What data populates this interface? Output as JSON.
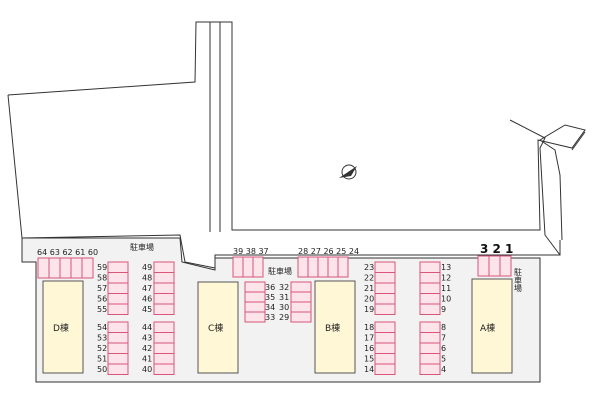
{
  "labels": {
    "parking_top": "駐車場",
    "parking_mid": "駐車場",
    "parking_right": "駐車場"
  },
  "buildings": {
    "a": "A棟",
    "b": "B棟",
    "c": "C棟",
    "d": "D棟"
  },
  "space_numbers": {
    "top_left_group": "64 63 62 61 60",
    "top_c_group": "39 38 37",
    "top_b_group": "28 27 26 25 24",
    "top_a_group": "3 2 1",
    "d_col_upper": [
      "59",
      "58",
      "57",
      "56",
      "55"
    ],
    "d_col_lower": [
      "54",
      "53",
      "52",
      "51",
      "50"
    ],
    "mid_col_upper": [
      "49",
      "48",
      "47",
      "46",
      "45"
    ],
    "mid_col_lower": [
      "44",
      "43",
      "42",
      "41",
      "40"
    ],
    "c_right": [
      "36",
      "35",
      "34",
      "33"
    ],
    "c_right2": [
      "32",
      "31",
      "30",
      "29"
    ],
    "b_col_upper": [
      "23",
      "22",
      "21",
      "20",
      "19"
    ],
    "b_col_lower": [
      "18",
      "17",
      "16",
      "15",
      "14"
    ],
    "a_col_upper": [
      "13",
      "12",
      "11",
      "10",
      "9"
    ],
    "a_col_lower": [
      "8",
      "7",
      "6",
      "5",
      "4"
    ]
  },
  "colors": {
    "stall_fill": "#fde4ea",
    "stall_stroke": "#d8567a",
    "building_fill": "#fff7d6",
    "building_stroke": "#555555",
    "lot_fill": "#f2f2f2",
    "line": "#333333"
  },
  "icons": {
    "compass": "north-arrow-icon"
  }
}
